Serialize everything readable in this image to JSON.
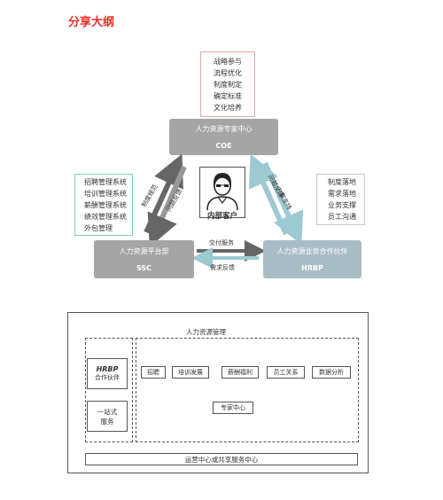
{
  "title": "分享大纲",
  "coe_items": [
    "战略参与",
    "流程优化",
    "制度制定",
    "确定标准",
    "文化培养"
  ],
  "coe": {
    "title": "人力资源专家中心",
    "abbr": "COE"
  },
  "ssc": {
    "title": "人力资源平台部",
    "abbr": "SSC"
  },
  "hrbp": {
    "title": "人力资源业务合作伙伴",
    "abbr": "HRBP"
  },
  "left_items": [
    "招聘管理系统",
    "培训管理系统",
    "薪酬管理系统",
    "绩效管理系统",
    "外包管理"
  ],
  "right_items": [
    "制度落地",
    "需求落地",
    "业务支撑",
    "员工沟通"
  ],
  "center_label": "内部客户",
  "arrow_labels": {
    "left_outer": "制度规范",
    "left_inner": "问题反馈",
    "right_outer": "问题反馈",
    "right_inner": "方案支持",
    "bottom_top": "交付服务",
    "bottom_bottom": "需求反馈"
  },
  "bottom": {
    "title": "人力资源管理",
    "hrbp_big": "HRBP",
    "hrbp_small": "合作伙伴",
    "one_stop_1": "一站式",
    "one_stop_2": "服务",
    "modules": [
      "招聘",
      "培训发展",
      "薪酬福利",
      "员工关系",
      "数据分析"
    ],
    "expert": "专家中心",
    "bar": "运营中心或共享服务中心"
  },
  "colors": {
    "title": "#e8312a",
    "node_gray": "#a5a5a5",
    "node_blue": "#a9bdc4",
    "teal_border": "#7fcfc1",
    "pink_border": "#e8a7a7"
  }
}
